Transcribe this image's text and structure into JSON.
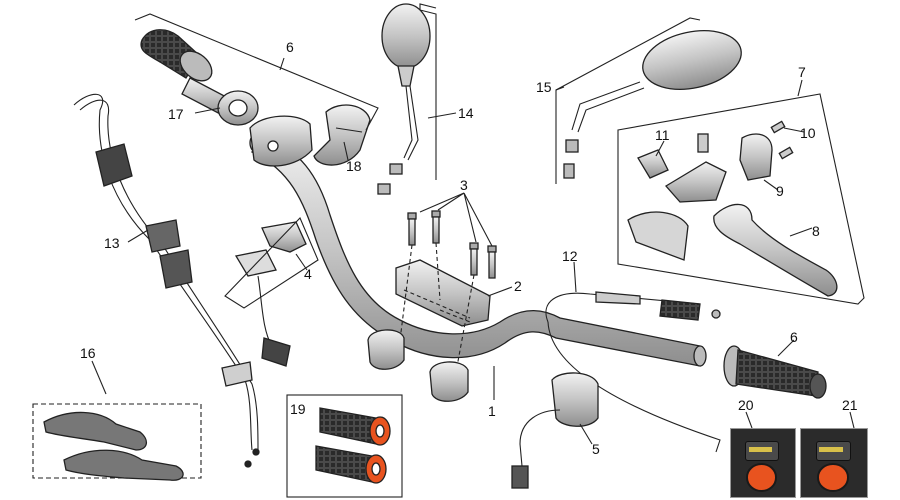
{
  "callouts": [
    {
      "id": "c1",
      "text": "1"
    },
    {
      "id": "c2",
      "text": "2"
    },
    {
      "id": "c3",
      "text": "3"
    },
    {
      "id": "c4",
      "text": "4"
    },
    {
      "id": "c5",
      "text": "5"
    },
    {
      "id": "c6a",
      "text": "6"
    },
    {
      "id": "c6b",
      "text": "6"
    },
    {
      "id": "c7",
      "text": "7"
    },
    {
      "id": "c8",
      "text": "8"
    },
    {
      "id": "c9",
      "text": "9"
    },
    {
      "id": "c10",
      "text": "10"
    },
    {
      "id": "c11",
      "text": "11"
    },
    {
      "id": "c12",
      "text": "12"
    },
    {
      "id": "c13",
      "text": "13"
    },
    {
      "id": "c14",
      "text": "14"
    },
    {
      "id": "c15",
      "text": "15"
    },
    {
      "id": "c16",
      "text": "16"
    },
    {
      "id": "c17",
      "text": "17"
    },
    {
      "id": "c18",
      "text": "18"
    },
    {
      "id": "c19",
      "text": "19"
    },
    {
      "id": "c20",
      "text": "20"
    },
    {
      "id": "c21",
      "text": "21"
    }
  ],
  "colors": {
    "line": "#222222",
    "metal": "#c9c9c9",
    "metal_dark": "#9a9a9a",
    "rubber": "#3a3a3a",
    "grip_end": "#e8531f"
  }
}
